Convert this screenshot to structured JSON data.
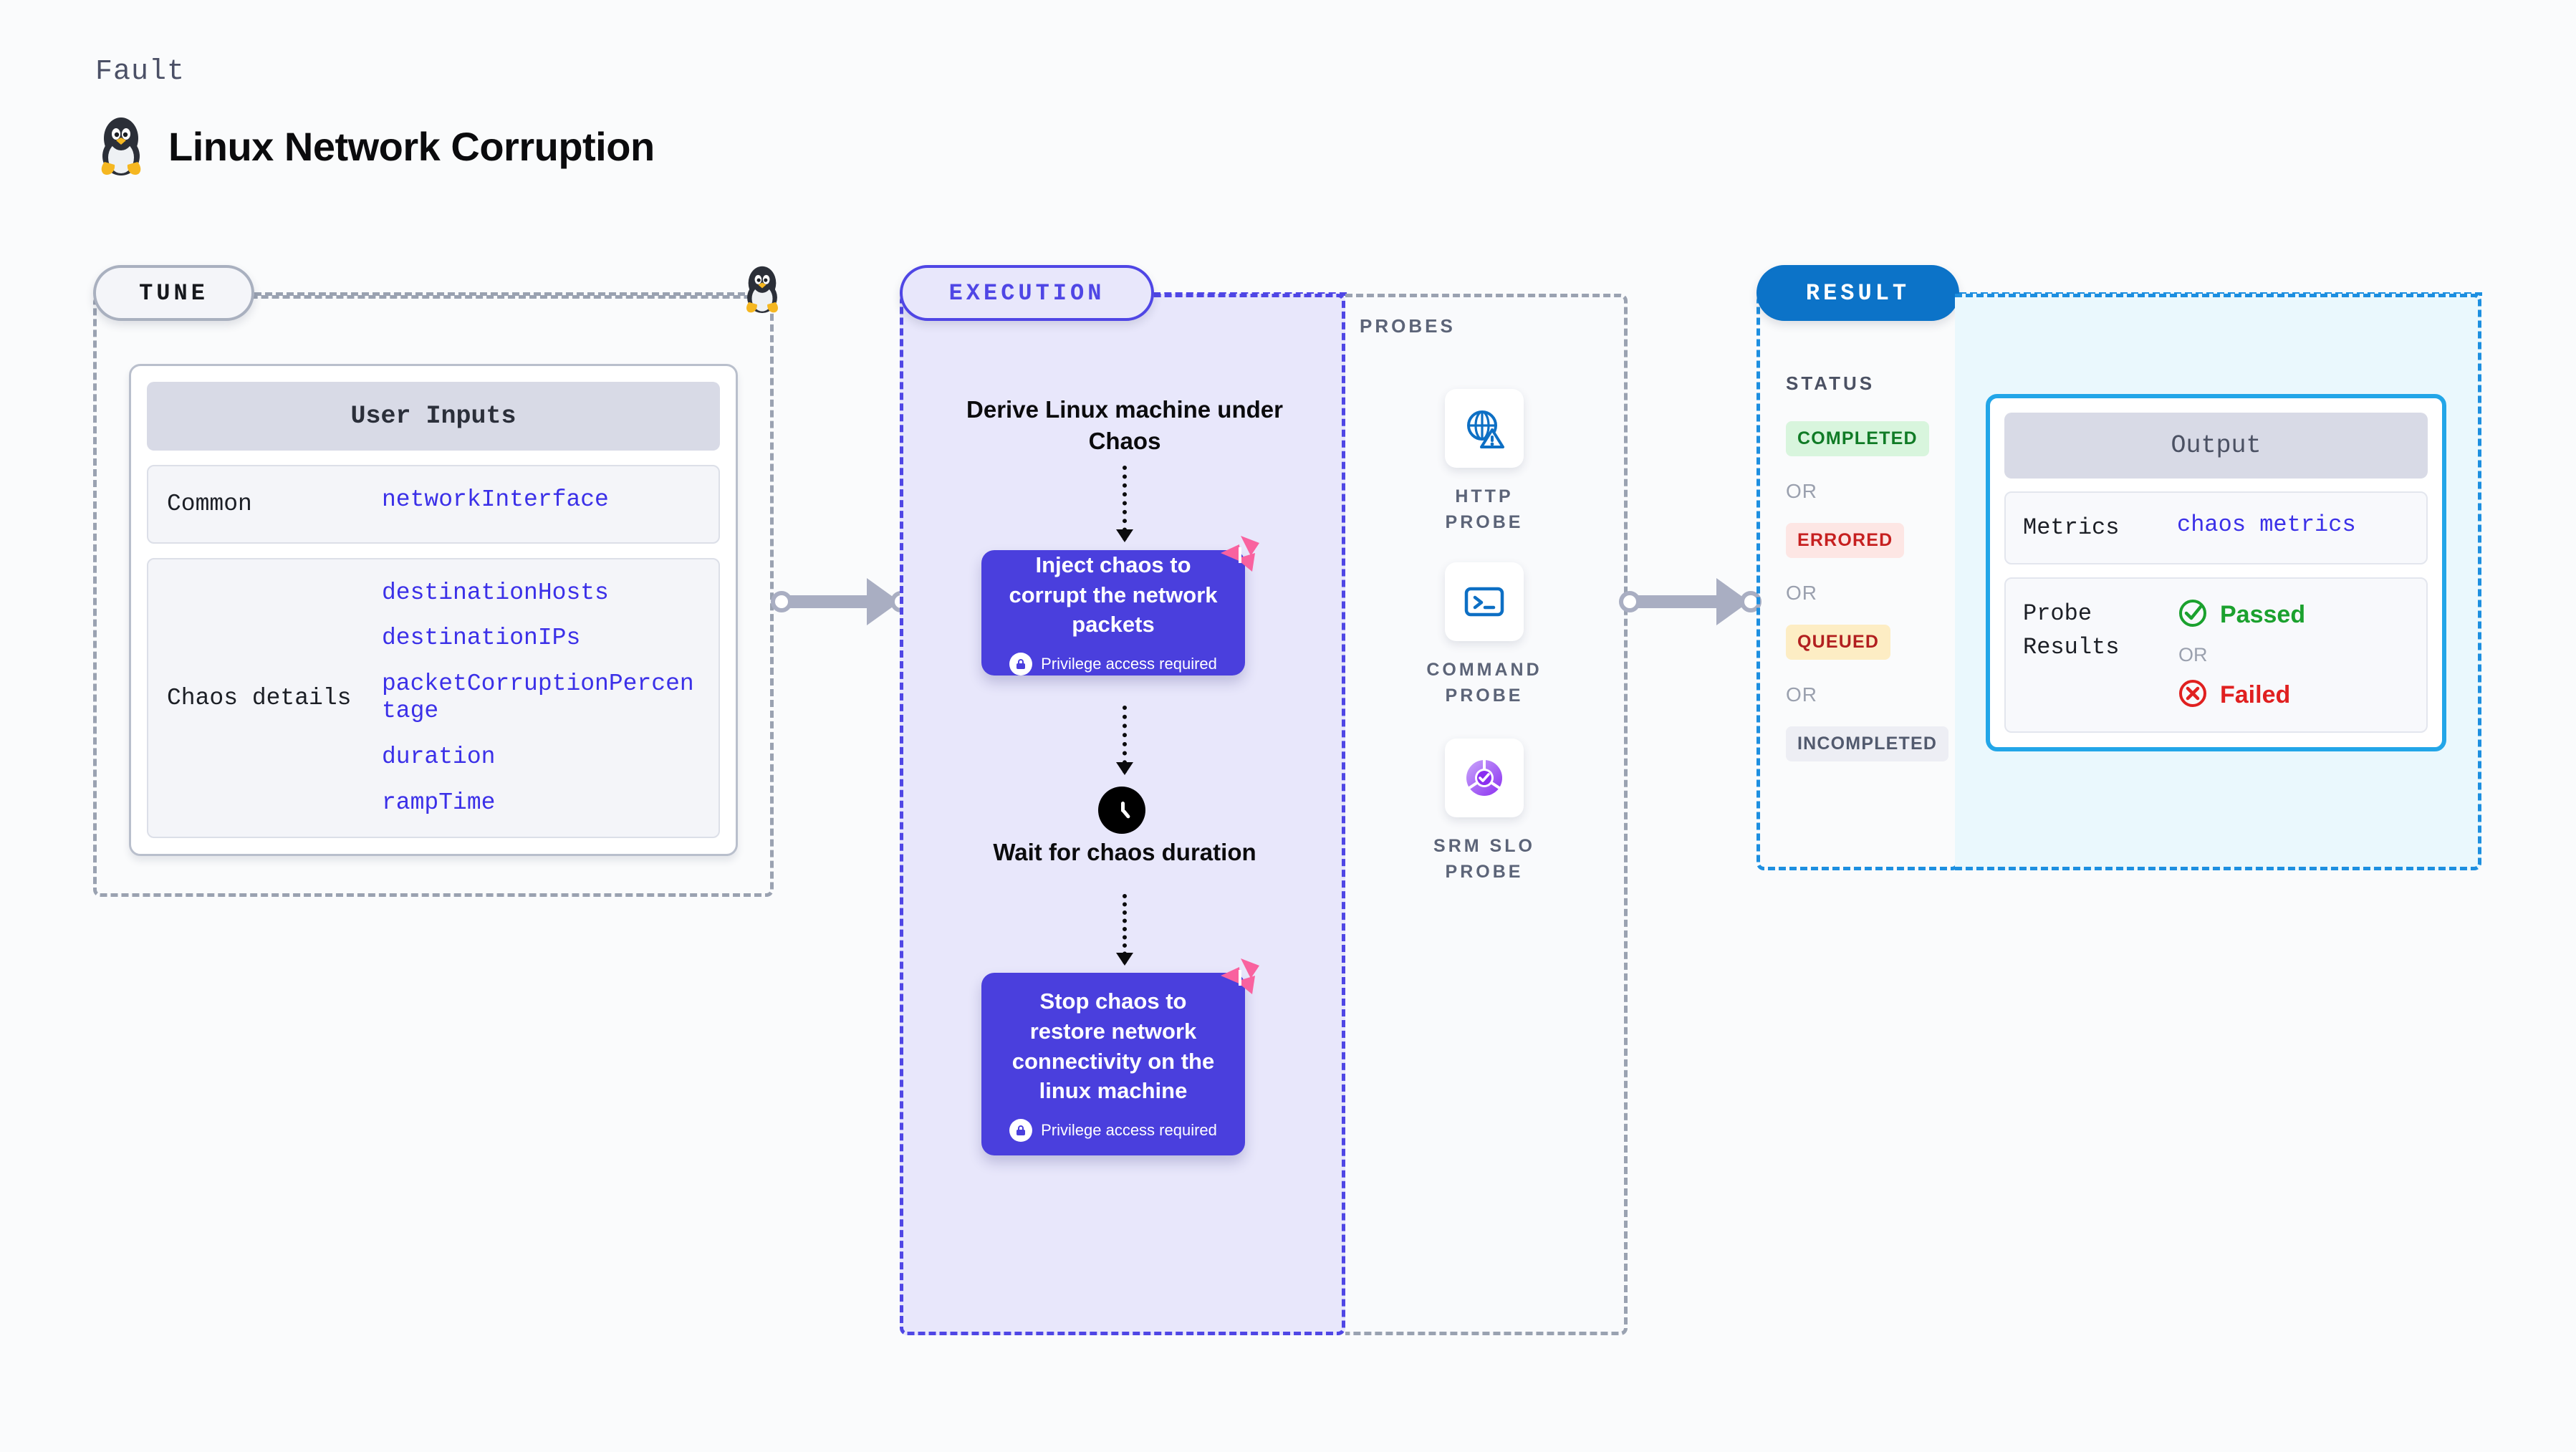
{
  "header": {
    "eyebrow": "Fault",
    "title": "Linux Network Corruption",
    "icon": "linux-tux-icon"
  },
  "tune": {
    "pill_label": "TUNE",
    "card": {
      "header": "User Inputs",
      "rows": [
        {
          "label": "Common",
          "values": [
            "networkInterface"
          ]
        },
        {
          "label": "Chaos details",
          "values": [
            "destinationHosts",
            "destinationIPs",
            "packetCorruptionPercentage",
            "duration",
            "rampTime"
          ]
        }
      ]
    }
  },
  "execution": {
    "pill_label": "EXECUTION",
    "steps": {
      "derive": "Derive Linux machine under Chaos",
      "inject_title": "Inject chaos to corrupt the network packets",
      "inject_sub": "Privilege access required",
      "wait": "Wait for chaos duration",
      "stop_title": "Stop chaos to restore network connectivity on the linux machine",
      "stop_sub": "Privilege access required"
    }
  },
  "probes": {
    "title": "PROBES",
    "items": [
      {
        "label": "HTTP PROBE",
        "icon": "globe-warning-icon"
      },
      {
        "label": "COMMAND PROBE",
        "icon": "terminal-icon"
      },
      {
        "label": "SRM SLO PROBE",
        "icon": "slo-donut-check-icon"
      }
    ]
  },
  "result": {
    "pill_label": "RESULT",
    "status_title": "STATUS",
    "or_label": "OR",
    "statuses": [
      {
        "label": "COMPLETED",
        "bg": "#d8f5dd",
        "fg": "#107b26"
      },
      {
        "label": "ERRORED",
        "bg": "#fde6e4",
        "fg": "#c62020"
      },
      {
        "label": "QUEUED",
        "bg": "#fdedc4",
        "fg": "#b21f1f"
      },
      {
        "label": "INCOMPLETED",
        "bg": "#edeef4",
        "fg": "#525a6e"
      }
    ]
  },
  "output": {
    "header": "Output",
    "metrics_label": "Metrics",
    "metrics_value": "chaos metrics",
    "probe_results_label": "Probe Results",
    "passed_label": "Passed",
    "or_label": "OR",
    "failed_label": "Failed"
  },
  "colors": {
    "accent_violet": "#4f46e5",
    "chaos_box": "#4a3fdd",
    "result_blue": "#0c73c8",
    "output_border": "#22a6e8",
    "pink_badge": "#f9629f",
    "link_blue": "#3b30e8",
    "muted": "#9aa2b1"
  }
}
